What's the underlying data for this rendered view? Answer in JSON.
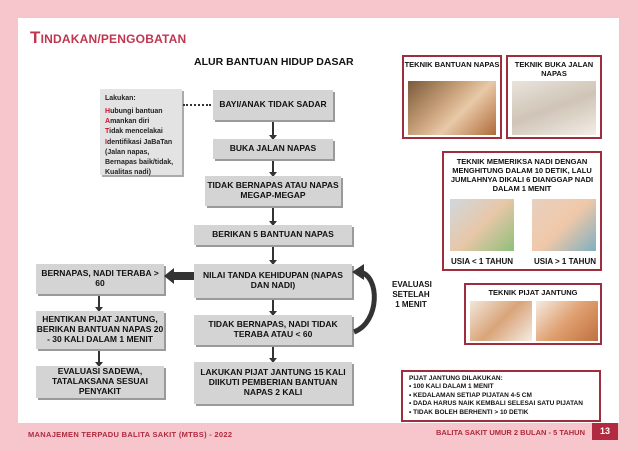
{
  "title_first": "T",
  "title_rest": "INDAKAN/PENGOBATAN",
  "diagram_title": "ALUR BANTUAN HIDUP DASAR",
  "lakukan": {
    "heading": "Lakukan:",
    "lines": [
      {
        "first": "H",
        "rest": "ubungi bantuan"
      },
      {
        "first": "A",
        "rest": "mankan diri"
      },
      {
        "first": "T",
        "rest": "idak mencelakai"
      },
      {
        "first": "I",
        "rest": "dentifikasi JaBaTan"
      },
      {
        "first": "",
        "rest": "(Jalan napas,"
      },
      {
        "first": "",
        "rest": "Bernapas baik/tidak,"
      },
      {
        "first": "",
        "rest": "Kualitas nadi)"
      }
    ]
  },
  "flow": {
    "b1": "BAYI/ANAK TIDAK SADAR",
    "b2": "BUKA JALAN NAPAS",
    "b3": "TIDAK BERNAPAS ATAU NAPAS MEGAP-MEGAP",
    "b4": "BERIKAN 5 BANTUAN NAPAS",
    "b5": "NILAI TANDA KEHIDUPAN (NAPAS DAN NADI)",
    "b6": "TIDAK BERNAPAS, NADI TIDAK TERABA ATAU < 60",
    "b7": "LAKUKAN PIJAT JANTUNG 15 KALI DIIKUTI PEMBERIAN BANTUAN NAPAS 2 KALI",
    "l1": "BERNAPAS, NADI TERABA > 60",
    "l2": "HENTIKAN PIJAT JANTUNG, BERIKAN BANTUAN NAPAS 20 - 30 KALI DALAM 1 MENIT",
    "l3": "EVALUASI SADEWA, TATALAKSANA SESUAI PENYAKIT"
  },
  "evaluasi": "EVALUASI SETELAH 1 MENIT",
  "panels": {
    "bantuan": "TEKNIK BANTUAN NAPAS",
    "buka": "TEKNIK BUKA JALAN NAPAS",
    "nadi": "TEKNIK MEMERIKSA NADI DENGAN MENGHITUNG DALAM 10 DETIK, LALU JUMLAHNYA DIKALI 6 DIANGGAP NADI DALAM 1 MENIT",
    "usia1": "USIA < 1 TAHUN",
    "usia2": "USIA > 1 TAHUN",
    "pijat": "TEKNIK PIJAT JANTUNG"
  },
  "pijat_info": {
    "heading": "PIJAT JANTUNG DILAKUKAN:",
    "items": [
      "100 KALI DALAM 1 MENIT",
      "KEDALAMAN SETIAP PIJATAN 4-5 CM",
      "DADA HARUS NAIK KEMBALI SELESAI SATU PIJATAN",
      "TIDAK BOLEH BERHENTI > 10 DETIK"
    ]
  },
  "footer_left": "MANAJEMEN TERPADU BALITA SAKIT (MTBS) - 2022",
  "footer_right": "BALITA SAKIT UMUR 2 BULAN -  5 TAHUN",
  "page_number": "13",
  "colors": {
    "accent": "#b02a40",
    "frame": "#f6c6cc",
    "box": "#d4d4d4"
  }
}
